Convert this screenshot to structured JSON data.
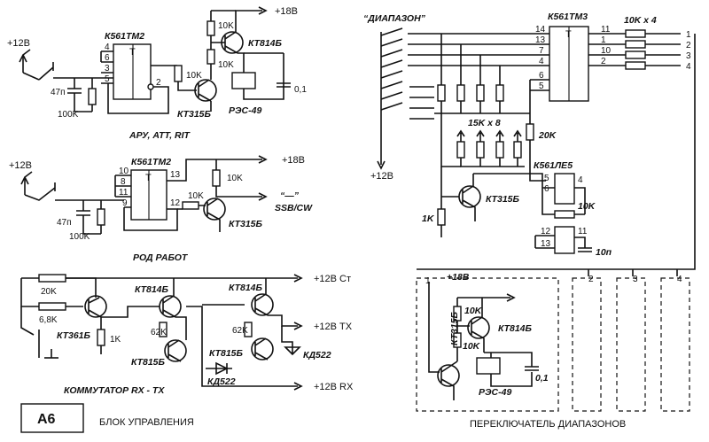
{
  "block": {
    "id": "A6",
    "title": "БЛОК УПРАВЛЕНИЯ"
  },
  "agc": {
    "caption": "АРУ, ATT, RIT",
    "ic": "К561ТМ2",
    "supply": "+12В",
    "supply18": "+18В",
    "cap": "47п",
    "res_in": "100K",
    "r1": "10K",
    "r2": "10K",
    "r3": "10K",
    "t1": "КТ814Б",
    "t2": "КТ315Б",
    "relay": "РЭС-49",
    "cap_out": "0,1",
    "pins": [
      "4",
      "6",
      "3",
      "5",
      "2",
      "T"
    ]
  },
  "mode": {
    "caption": "РОД РАБОТ",
    "ic": "К561ТМ2",
    "supply": "+12В",
    "supply18": "+18В",
    "cap": "47п",
    "res_in": "100K",
    "r1": "10K",
    "r2": "10K",
    "transistor": "КТ315Б",
    "out_symbol": "“—”",
    "out_label": "SSB/CW",
    "pins": [
      "10",
      "8",
      "11",
      "9",
      "13",
      "12",
      "T"
    ]
  },
  "switch": {
    "caption": "КОММУТАТОР RX - TX",
    "r20": "20K",
    "r68": "6,8K",
    "r1k": "1K",
    "r62a": "62K",
    "r62b": "62K",
    "t_kt361": "КТ361Б",
    "t_kt815a": "КТ815Б",
    "t_kt815b": "КТ815Б",
    "t_kt814a": "КТ814Б",
    "t_kt814b": "КТ814Б",
    "d1": "КД522",
    "d2": "КД522",
    "out_ct": "+12В Ст",
    "out_tx": "+12В ТХ",
    "out_rx": "+12В RX"
  },
  "bands": {
    "label_range": "“ДИАПАЗОН”",
    "caption": "ПЕРЕКЛЮЧАТЕЛЬ ДИАПАЗОНОВ",
    "ic_main": "К561ТМ3",
    "ic_logic": "К561ЛЕ5",
    "res_pack": "10K x 4",
    "res_pack2": "15K x 8",
    "r20": "20K",
    "r1k": "1K",
    "r10k": "10K",
    "cap": "10п",
    "transistor": "КТ315Б",
    "supply": "+12В",
    "ic_pins_left": [
      "14",
      "13",
      "7",
      "4",
      "6",
      "5"
    ],
    "ic_pins_right": [
      "11",
      "1",
      "10",
      "2"
    ],
    "outputs": [
      "1",
      "2",
      "3",
      "4"
    ],
    "logic_pins": [
      "5",
      "6",
      "4",
      "12",
      "13",
      "11"
    ],
    "unit": {
      "supply18": "+18В",
      "r1": "10K",
      "r2": "10K",
      "t1": "КТ315Б",
      "t2": "КТ814Б",
      "relay": "РЭС-49",
      "cap": "0,1"
    },
    "slots": [
      "1",
      "2",
      "3",
      "4"
    ]
  }
}
